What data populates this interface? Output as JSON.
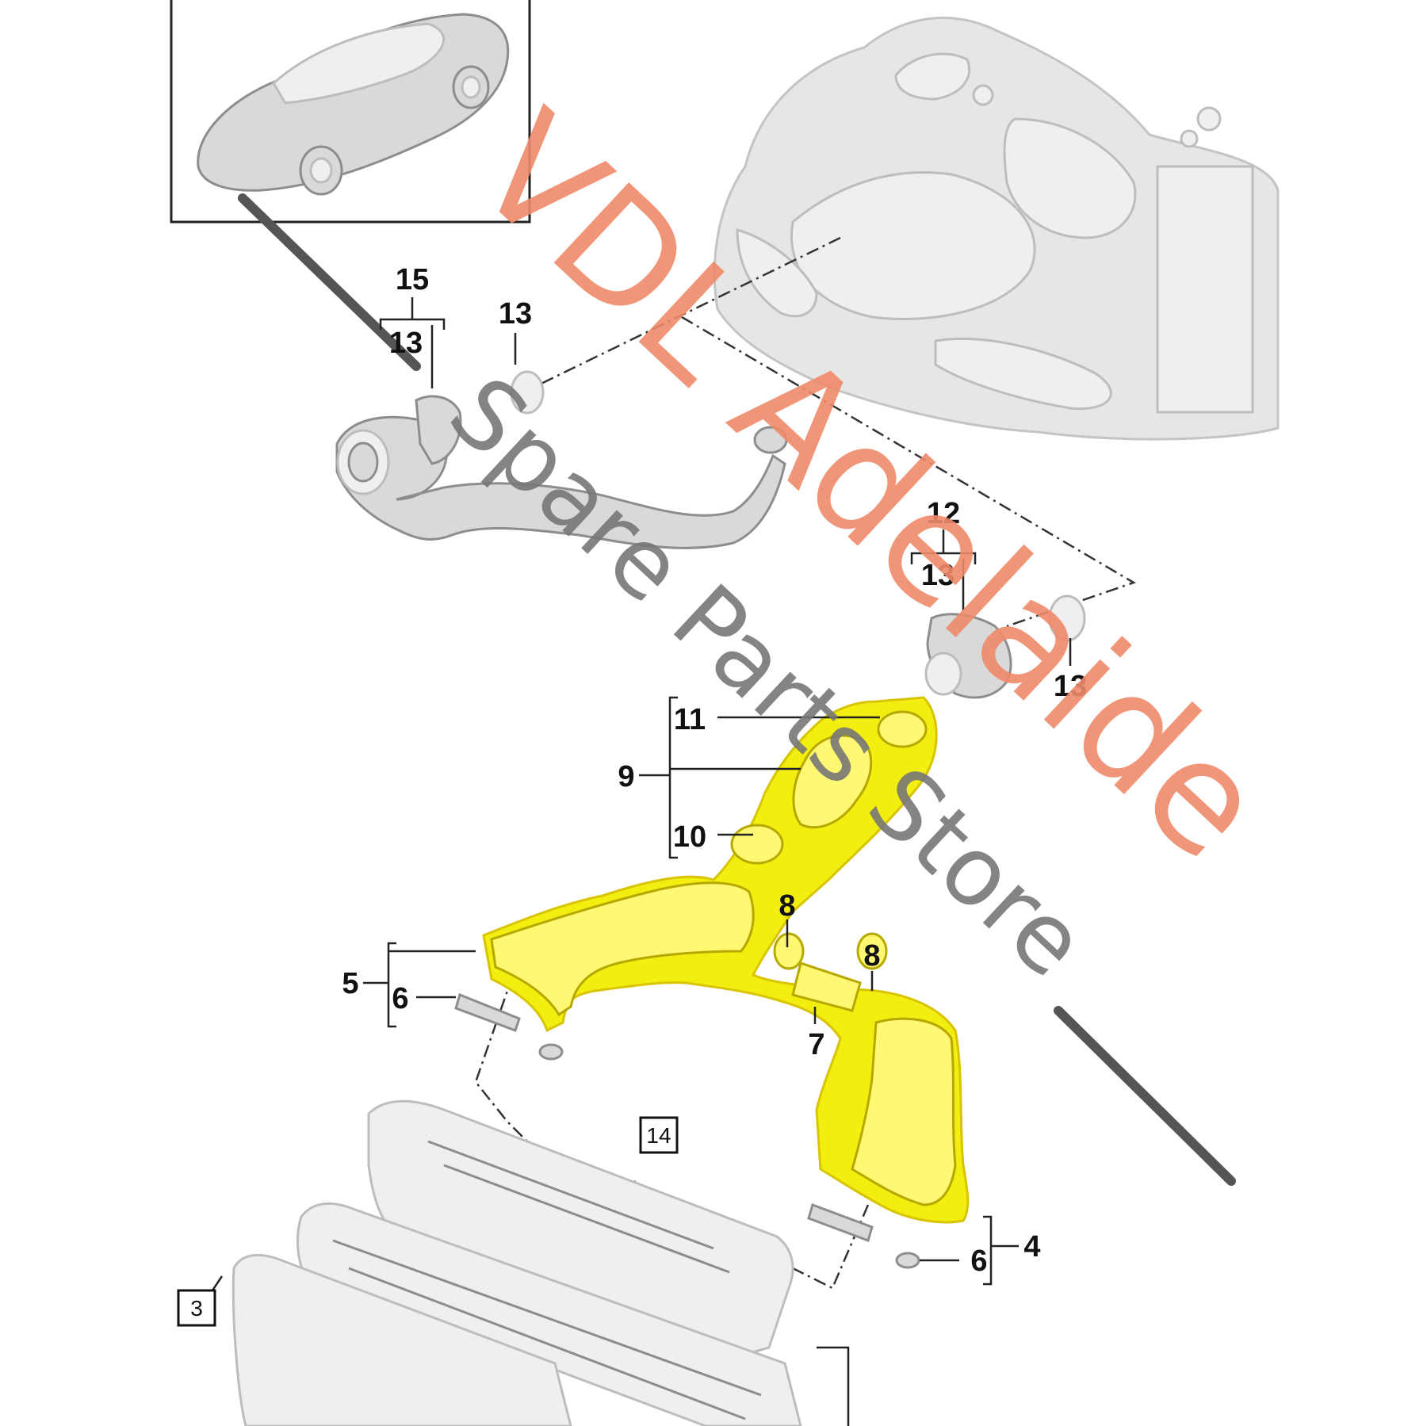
{
  "diagram": {
    "callouts": [
      {
        "id": "c1",
        "label": "15"
      },
      {
        "id": "c2",
        "label": "13"
      },
      {
        "id": "c3",
        "label": "13"
      },
      {
        "id": "c4",
        "label": "12"
      },
      {
        "id": "c5",
        "label": "13"
      },
      {
        "id": "c6",
        "label": "13"
      },
      {
        "id": "c7",
        "label": "11"
      },
      {
        "id": "c8",
        "label": "9"
      },
      {
        "id": "c9",
        "label": "10"
      },
      {
        "id": "c10",
        "label": "8"
      },
      {
        "id": "c11",
        "label": "8"
      },
      {
        "id": "c12",
        "label": "5"
      },
      {
        "id": "c13",
        "label": "6"
      },
      {
        "id": "c14",
        "label": "7"
      },
      {
        "id": "c15",
        "label": "14"
      },
      {
        "id": "c16",
        "label": "4"
      },
      {
        "id": "c17",
        "label": "6"
      },
      {
        "id": "c18",
        "label": "3"
      }
    ],
    "highlight_color": "#f2ee10"
  },
  "watermark": {
    "line1": "VDL Adelaide",
    "line2": "Spare Parts Store",
    "color_primary": "#f08a6a",
    "color_secondary": "#777777"
  }
}
